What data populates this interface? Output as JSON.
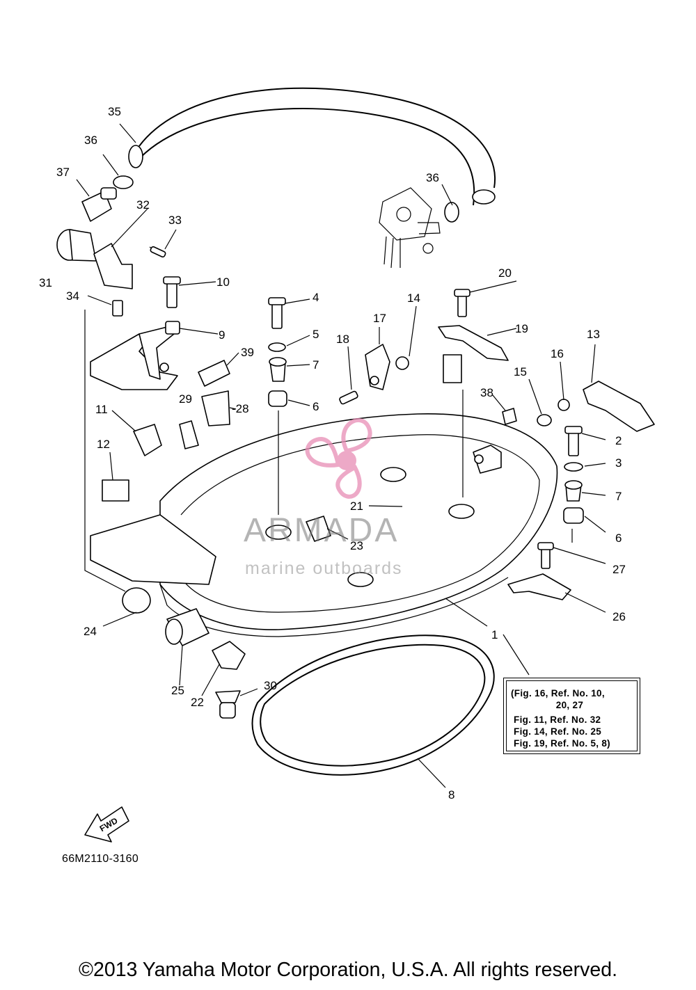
{
  "callouts": [
    {
      "id": "c1",
      "label": "1"
    },
    {
      "id": "c2",
      "label": "2"
    },
    {
      "id": "c3",
      "label": "3"
    },
    {
      "id": "c4",
      "label": "4"
    },
    {
      "id": "c5",
      "label": "5"
    },
    {
      "id": "c6a",
      "label": "6"
    },
    {
      "id": "c6b",
      "label": "6"
    },
    {
      "id": "c7a",
      "label": "7"
    },
    {
      "id": "c7b",
      "label": "7"
    },
    {
      "id": "c8",
      "label": "8"
    },
    {
      "id": "c9",
      "label": "9"
    },
    {
      "id": "c10",
      "label": "10"
    },
    {
      "id": "c11",
      "label": "11"
    },
    {
      "id": "c12",
      "label": "12"
    },
    {
      "id": "c13",
      "label": "13"
    },
    {
      "id": "c14",
      "label": "14"
    },
    {
      "id": "c15",
      "label": "15"
    },
    {
      "id": "c16",
      "label": "16"
    },
    {
      "id": "c17",
      "label": "17"
    },
    {
      "id": "c18",
      "label": "18"
    },
    {
      "id": "c19",
      "label": "19"
    },
    {
      "id": "c20",
      "label": "20"
    },
    {
      "id": "c21",
      "label": "21"
    },
    {
      "id": "c22",
      "label": "22"
    },
    {
      "id": "c23",
      "label": "23"
    },
    {
      "id": "c24",
      "label": "24"
    },
    {
      "id": "c25",
      "label": "25"
    },
    {
      "id": "c26",
      "label": "26"
    },
    {
      "id": "c27",
      "label": "27"
    },
    {
      "id": "c28",
      "label": "-28"
    },
    {
      "id": "c29",
      "label": "29"
    },
    {
      "id": "c30",
      "label": "30"
    },
    {
      "id": "c31",
      "label": "31"
    },
    {
      "id": "c32",
      "label": "32"
    },
    {
      "id": "c33",
      "label": "33"
    },
    {
      "id": "c34",
      "label": "34"
    },
    {
      "id": "c35",
      "label": "35"
    },
    {
      "id": "c36a",
      "label": "36"
    },
    {
      "id": "c36b",
      "label": "36"
    },
    {
      "id": "c37",
      "label": "37"
    },
    {
      "id": "c38",
      "label": "38"
    },
    {
      "id": "c39",
      "label": "39"
    }
  ],
  "note": {
    "lines": [
      "(Fig. 16, Ref. No. 10,",
      "                20, 27",
      " Fig. 11, Ref. No. 32",
      " Fig. 14, Ref. No. 25",
      " Fig. 19, Ref. No. 5, 8)"
    ]
  },
  "fwd_label": "FWD",
  "diagram_code": "66M2110-3160",
  "copyright": "©2013 Yamaha Motor Corporation, U.S.A. All rights reserved.",
  "watermark": {
    "name": "ARMADA",
    "tagline": "marine outboards",
    "logo_color": "#e88db5"
  }
}
